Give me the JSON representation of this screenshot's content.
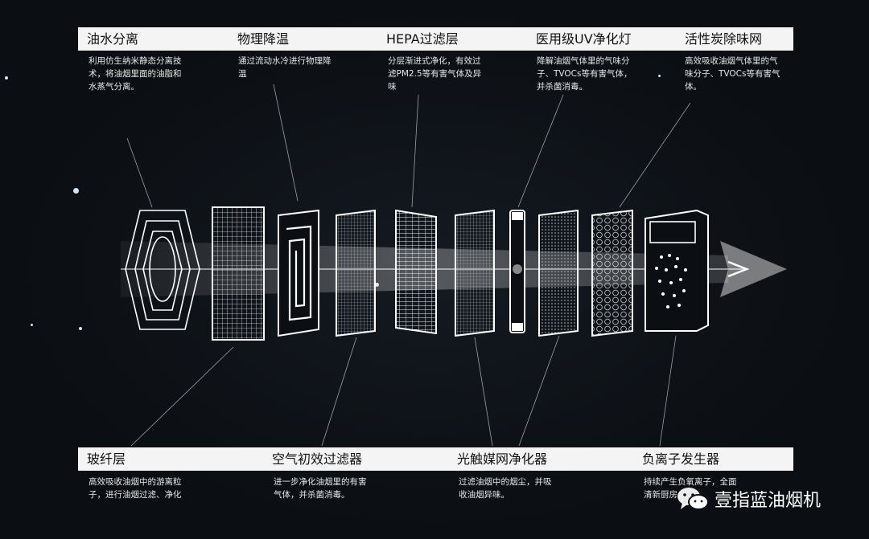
{
  "top_stages": [
    {
      "title": "油水分离",
      "desc": "利用仿生纳米静态分离技\n术，将油烟里面的油脂和\n水蒸气分离。"
    },
    {
      "title": "物理降温",
      "desc": "通过流动水冷进行物理降\n温"
    },
    {
      "title": "HEPA过滤层",
      "desc": "分层渐进式净化，有效过\n滤PM2.5等有害气体及异\n味"
    },
    {
      "title": "医用级UV净化灯",
      "desc": "降解油烟气体里的气味分\n子、TVOCs等有害气体，\n并杀菌消毒。"
    },
    {
      "title": "活性炭除味网",
      "desc": "高效吸收油烟气体里的气\n味分子、TVOCs等有害气\n体。"
    }
  ],
  "bottom_stages": [
    {
      "title": "玻纤层",
      "desc": "高效吸收油烟中的游离粒\n子，进行油烟过滤、净化"
    },
    {
      "title": "空气初效过滤器",
      "desc": "进一步净化油烟里的有害\n气体，并杀菌消毒。"
    },
    {
      "title": "光触媒网净化器",
      "desc": "过滤油烟中的烟尘，并吸\n收油烟异味。"
    },
    {
      "title": "负离子发生器",
      "desc": "持续产生负氧离子，全面\n清新厨房"
    }
  ],
  "brand": {
    "name": "壹指蓝油烟机",
    "icon": "wechat-icon"
  },
  "colors": {
    "background": "#0b0e12",
    "bar": "#f4f4f4",
    "line": "#ffffff"
  }
}
